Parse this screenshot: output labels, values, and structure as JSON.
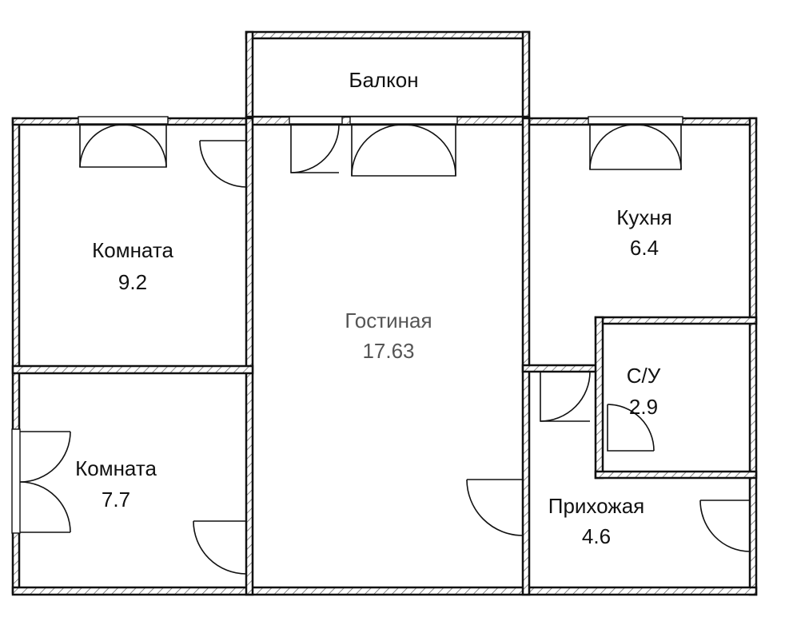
{
  "rooms": [
    {
      "id": "balcony",
      "name": "Балкон",
      "area": ""
    },
    {
      "id": "room1",
      "name": "Комната",
      "area": "9.2"
    },
    {
      "id": "room2",
      "name": "Комната",
      "area": "7.7"
    },
    {
      "id": "living",
      "name": "Гостиная",
      "area": "17.63"
    },
    {
      "id": "kitchen",
      "name": "Кухня",
      "area": "6.4"
    },
    {
      "id": "bathroom",
      "name": "С/У",
      "area": "2.9"
    },
    {
      "id": "hall",
      "name": "Прихожая",
      "area": "4.6"
    }
  ],
  "colors": {
    "wall_outline": "#111111",
    "hatch": "#6a6a6a",
    "background": "#ffffff",
    "living_label": "#555555"
  }
}
